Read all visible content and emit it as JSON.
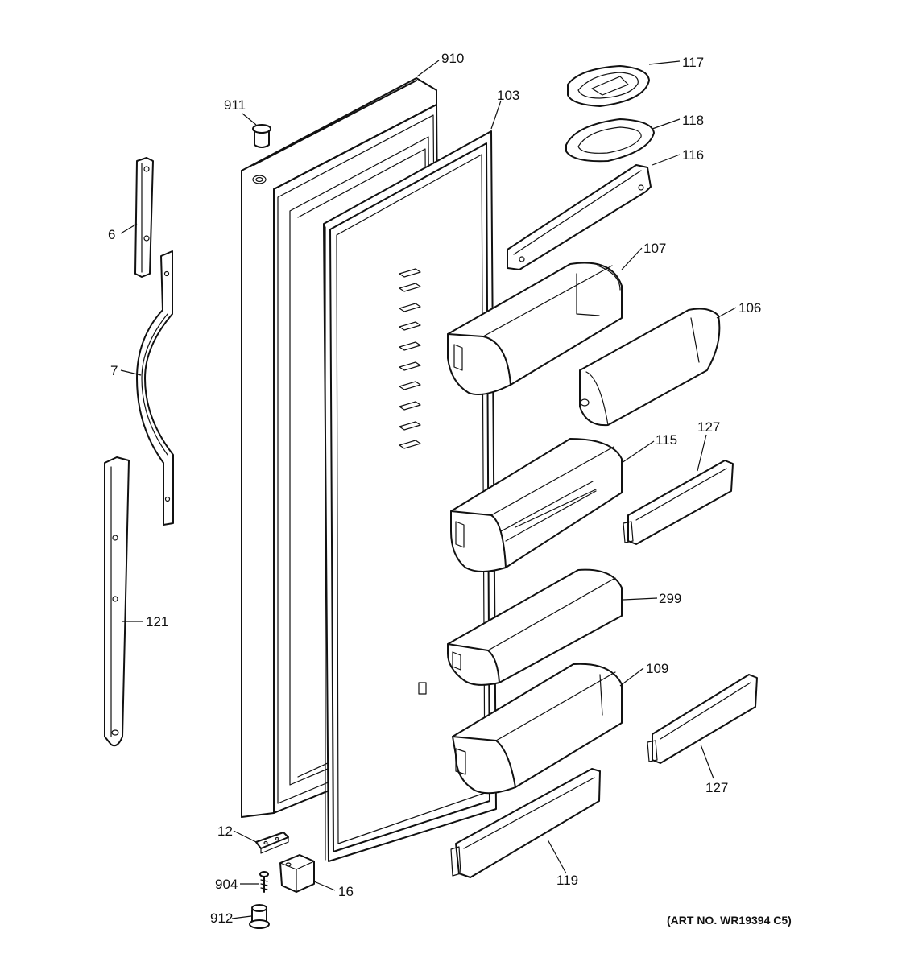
{
  "art_number": "(ART NO. WR19394 C5)",
  "callouts": {
    "p910": "910",
    "p911": "911",
    "p103": "103",
    "p117": "117",
    "p118": "118",
    "p116": "116",
    "p6": "6",
    "p7": "7",
    "p107": "107",
    "p106": "106",
    "p127a": "127",
    "p115": "115",
    "p121": "121",
    "p299": "299",
    "p109": "109",
    "p127b": "127",
    "p12": "12",
    "p904": "904",
    "p16": "16",
    "p119": "119",
    "p912": "912"
  }
}
